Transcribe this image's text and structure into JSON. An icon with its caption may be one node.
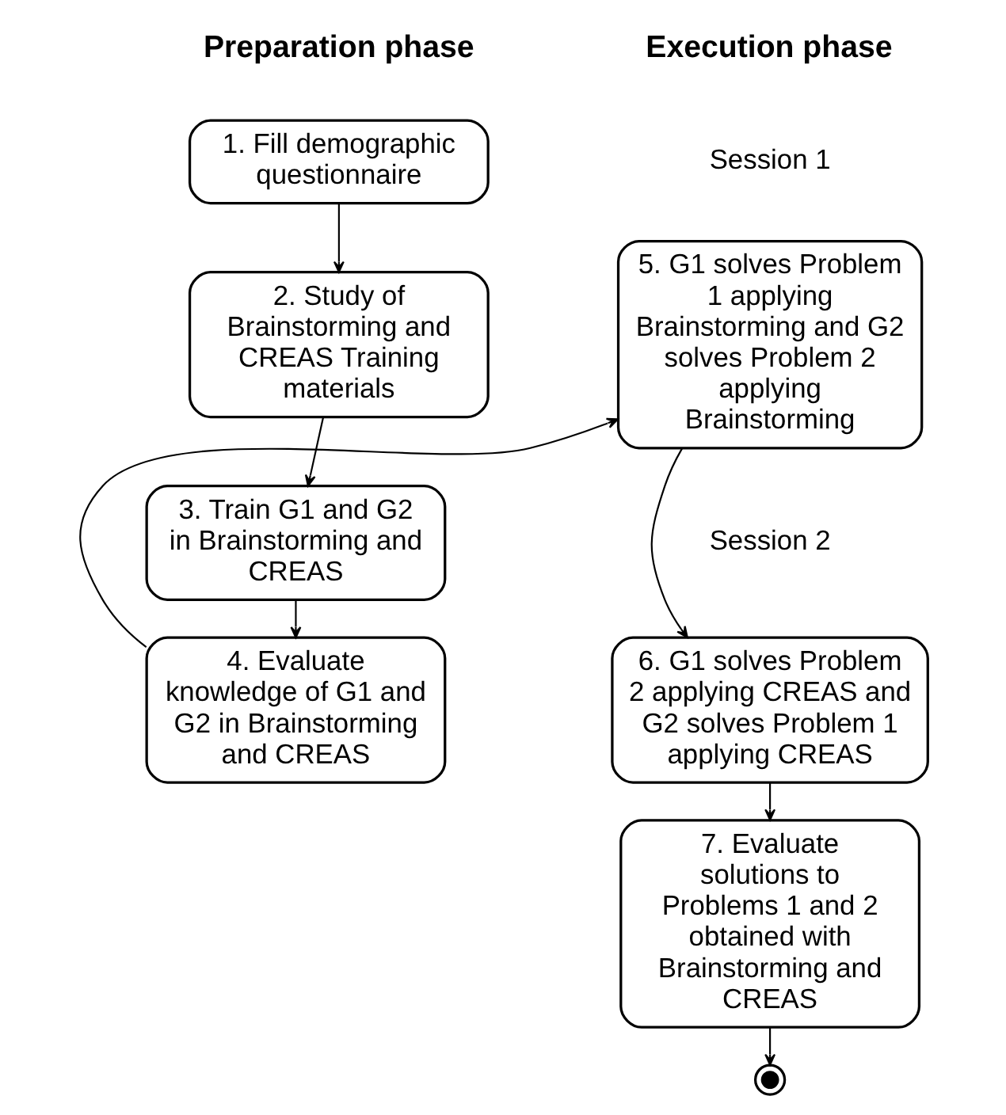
{
  "diagram": {
    "nodes": [
      {
        "text": [
          "1. Fill demographic questionnaire"
        ]
      },
      {
        "text": [
          "2. Study of Brainstorming and CREAS Training materials"
        ]
      },
      {
        "text": [
          "3. Train G1 and G2 in Brainstorming and CREAS"
        ]
      },
      {
        "text": [
          "4. Evaluate knowledge of G1 and G2 in Brainstorming and CREAS"
        ]
      },
      {
        "text": [
          "5. G1 solves Problem 1 applying Brainstorming and G2 solves Problem 2 applying Brainstorming"
        ],
        "beside": [
          "Session 1"
        ]
      },
      {
        "text": [
          "6. G1 solves Problem 2 applying CREAS and G2 solves Problem 1 applying CREAS"
        ],
        "beside": [
          "Session 2"
        ]
      },
      {
        "text": [
          "7. Evaluate solutions to Problems 1 and 2 obtained with Brainstorming and CREAS"
        ]
      },
      {
        "text": [],
        "shape": "circle"
      }
    ],
    "edges": [
      {
        "from": 0,
        "to": 1,
        "arrow": "to"
      },
      {
        "from": 1,
        "to": 2,
        "arrow": "to"
      },
      {
        "from": 2,
        "to": 3,
        "arrow": "to"
      },
      {
        "from": 3,
        "to": 4,
        "arrow": "to"
      },
      {
        "from": 4,
        "to": 5,
        "arrow": "to"
      },
      {
        "from": 5,
        "to": 6,
        "arrow": "to"
      },
      {
        "from": 6,
        "to": 7,
        "arrow": "to"
      }
    ],
    "labels": [
      "Preparation phase",
      "Execution phase"
    ]
  }
}
